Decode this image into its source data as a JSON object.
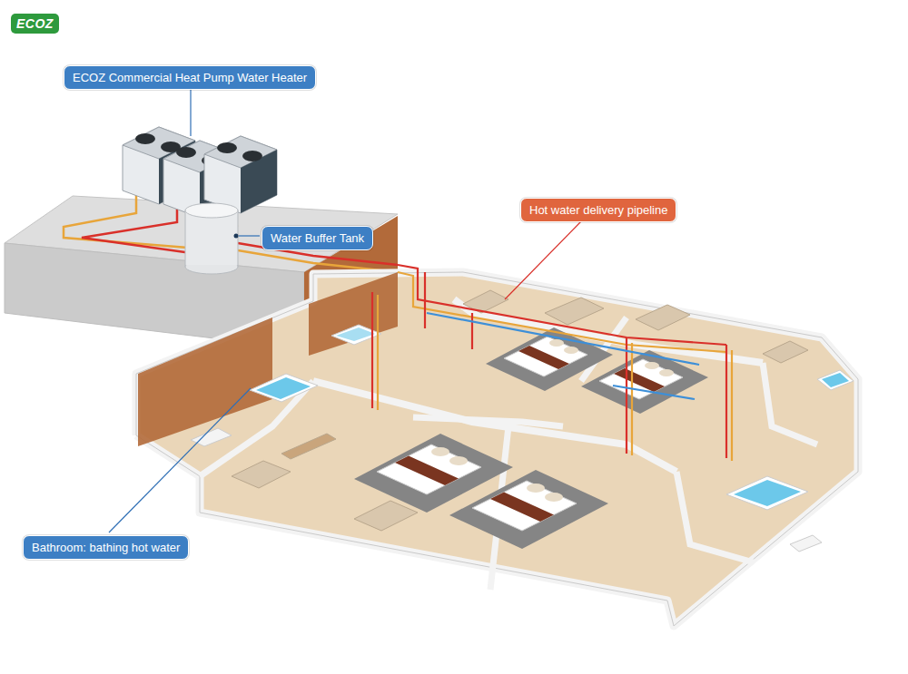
{
  "diagram": {
    "nodes": [
      {
        "text": [
          "ECOZ"
        ]
      },
      {
        "text": [
          "ECOZ Commercial Heat Pump Water Heater"
        ]
      },
      {
        "text": [
          "Hot water delivery pipeline"
        ]
      },
      {
        "text": [
          "Water Buffer Tank"
        ]
      },
      {
        "text": [
          "Bathroom: bathing hot water"
        ]
      }
    ]
  }
}
